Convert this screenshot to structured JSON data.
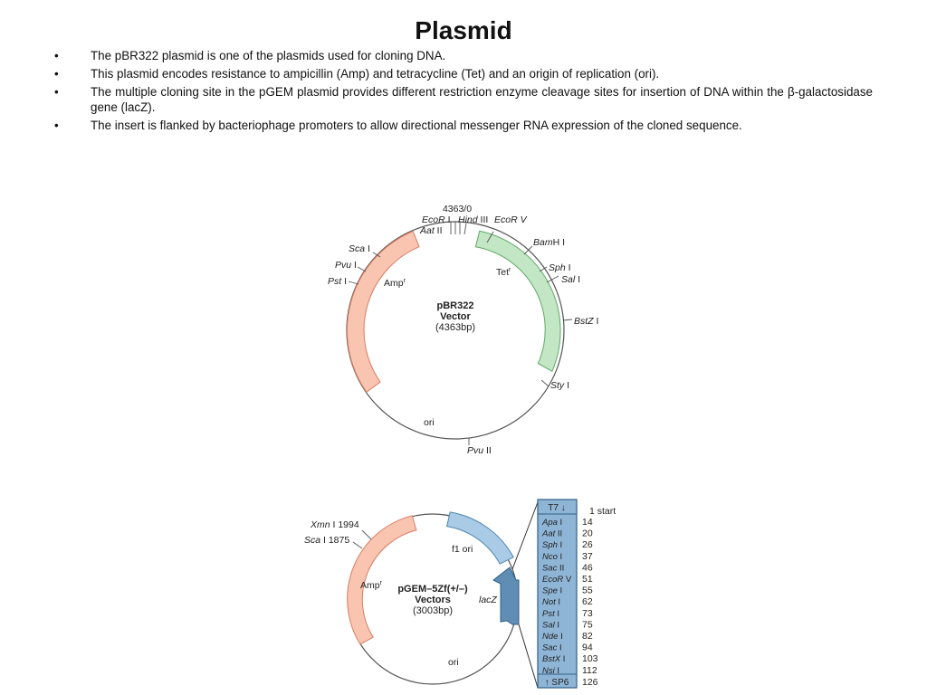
{
  "slide": {
    "title": "Plasmid",
    "bullet_marker": "•",
    "bullets": [
      "The pBR322 plasmid is one of the plasmids used for cloning DNA.",
      "This plasmid encodes resistance to ampicillin (Amp) and tetracycline (Tet) and an origin of replication (ori).",
      "The multiple cloning site in the pGEM plasmid provides different restriction enzyme cleavage sites for insertion of DNA within the β-galactosidase gene (lacZ).",
      "The insert is flanked by bacteriophage promoters to allow directional messenger RNA expression of the cloned sequence."
    ]
  },
  "pbr322": {
    "center_label_1": "pBR322",
    "center_label_2": "Vector",
    "center_label_3": "(4363bp)",
    "position_zero": "4363/0",
    "segments": {
      "amp": "Amp",
      "amp_sup": "r",
      "tet": "Tet",
      "tet_sup": "r",
      "ori": "ori"
    },
    "sites": {
      "ecori_a": "EcoR",
      "ecori_b": " I",
      "hindiii_a": "Hind",
      "hindiii_b": " III",
      "aatii_a": "Aat",
      "aatii_b": " II",
      "ecorv": "EcoR V",
      "bamhi_a": "Bam",
      "bamhi_b": "H I",
      "sphi_a": "Sph",
      "sphi_b": " I",
      "sali_a": "Sal",
      "sali_b": " I",
      "bstzi_a": "BstZ",
      "bstzi_b": " I",
      "styi_a": "Sty",
      "styi_b": " I",
      "pvuii_a": "Pvu",
      "pvuii_b": " II",
      "scai_a": "Sca",
      "scai_b": " I",
      "pvui_a": "Pvu",
      "pvui_b": " I",
      "psti_a": "Pst",
      "psti_b": " I"
    },
    "colors": {
      "amp": "#f9c5b0",
      "amp_stroke": "#d97d63",
      "tet": "#c3e6c5",
      "tet_stroke": "#5fab68"
    }
  },
  "pgem": {
    "center_label_1": "pGEM–5Zf(+/–)",
    "center_label_2": "Vectors",
    "center_label_3": "(3003bp)",
    "segments": {
      "amp": "Amp",
      "amp_sup": "r",
      "f1ori": "f1 ori",
      "lacz": "lacZ",
      "ori": "ori"
    },
    "sites": {
      "xmni_a": "Xmn",
      "xmni_b": " I 1994",
      "scai_a": "Sca",
      "scai_b": " I 1875"
    },
    "mcs_header": "T7 ↓",
    "mcs_header_num": "1 start",
    "mcs_rows": [
      {
        "a": "Apa",
        "b": " I",
        "num": "14"
      },
      {
        "a": "Aat",
        "b": " II",
        "num": "20"
      },
      {
        "a": "Sph",
        "b": " I",
        "num": "26"
      },
      {
        "a": "Nco",
        "b": " I",
        "num": "37"
      },
      {
        "a": "Sac",
        "b": " II",
        "num": "46"
      },
      {
        "a": "EcoR",
        "b": " V",
        "num": "51"
      },
      {
        "a": "Spe",
        "b": " I",
        "num": "55"
      },
      {
        "a": "Not",
        "b": " I",
        "num": "62"
      },
      {
        "a": "Pst",
        "b": " I",
        "num": "73"
      },
      {
        "a": "Sal",
        "b": " I",
        "num": "75"
      },
      {
        "a": "Nde",
        "b": " I",
        "num": "82"
      },
      {
        "a": "Sac",
        "b": " I",
        "num": "94"
      },
      {
        "a": "BstX",
        "b": " I",
        "num": "103"
      },
      {
        "a": "Nsi",
        "b": " I",
        "num": "112"
      }
    ],
    "mcs_footer": "↑ SP6",
    "mcs_footer_num": "126",
    "colors": {
      "amp": "#f9c5b0",
      "amp_stroke": "#d97d63",
      "f1": "#a9cbe6",
      "f1_stroke": "#4f86b3",
      "lacz": "#5f8db3",
      "lacz_stroke": "#2f5f86",
      "mcs": "#8fb5d6",
      "mcs_stroke": "#2f5f86"
    }
  }
}
